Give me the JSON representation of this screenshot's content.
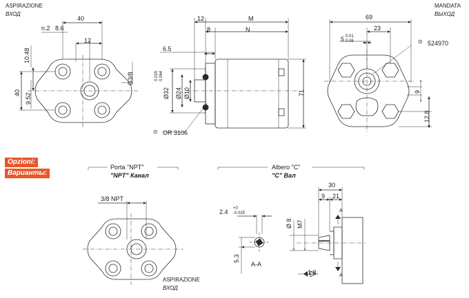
{
  "header": {
    "left_it": "ASPIRAZIONE",
    "left_ru": "ВХОД",
    "right_it": "MANDATA",
    "right_ru": "ВЫХОД"
  },
  "options": {
    "it": "Opzioni:",
    "ru": "Варианты:"
  },
  "front_view": {
    "dims": {
      "width_40": "40",
      "holes": "n.2",
      "hole_pitch": "8.6",
      "offset_12": "12",
      "height_10_48": "10.48",
      "port": "G3/8",
      "height_40": "40",
      "height_9_52": "9.52"
    }
  },
  "side_view": {
    "dims": {
      "d12": "12",
      "dM": "M",
      "d8": "8",
      "dN": "N",
      "d6_5": "6.5",
      "tol_top": "0.025",
      "tol_bot": "0.064",
      "d32": "Ø32",
      "d24": "Ø24",
      "d10": "Ø10",
      "d71": "71",
      "oring": "OR 3106"
    }
  },
  "rear_view": {
    "dims": {
      "d69": "69",
      "d23": "23",
      "d5": "5",
      "tol_top": "0.01",
      "tol_bot": "0.06",
      "part": "524970",
      "d9": "9",
      "d12_8": "12.8"
    }
  },
  "npt_view": {
    "title_it": "Porta \"NPT\"",
    "title_ru": "\"NPT\" Канал",
    "thread": "3/8 NPT",
    "suction_it": "ASPIRAZIONE",
    "suction_ru": "ВХОД"
  },
  "shaft_view": {
    "title_it": "Albero \"C\"",
    "title_ru": "\"C\" Вал",
    "key_width": "2.4",
    "tol_top": "+0",
    "tol_bot": "-0.025",
    "d5_3": "5.3",
    "section": "A-A",
    "d8": "Ø 8",
    "m7": "M7",
    "d30": "30",
    "d9": "9",
    "d21": "21",
    "taper": "1:8",
    "sec_a1": "A",
    "sec_a2": "A"
  }
}
